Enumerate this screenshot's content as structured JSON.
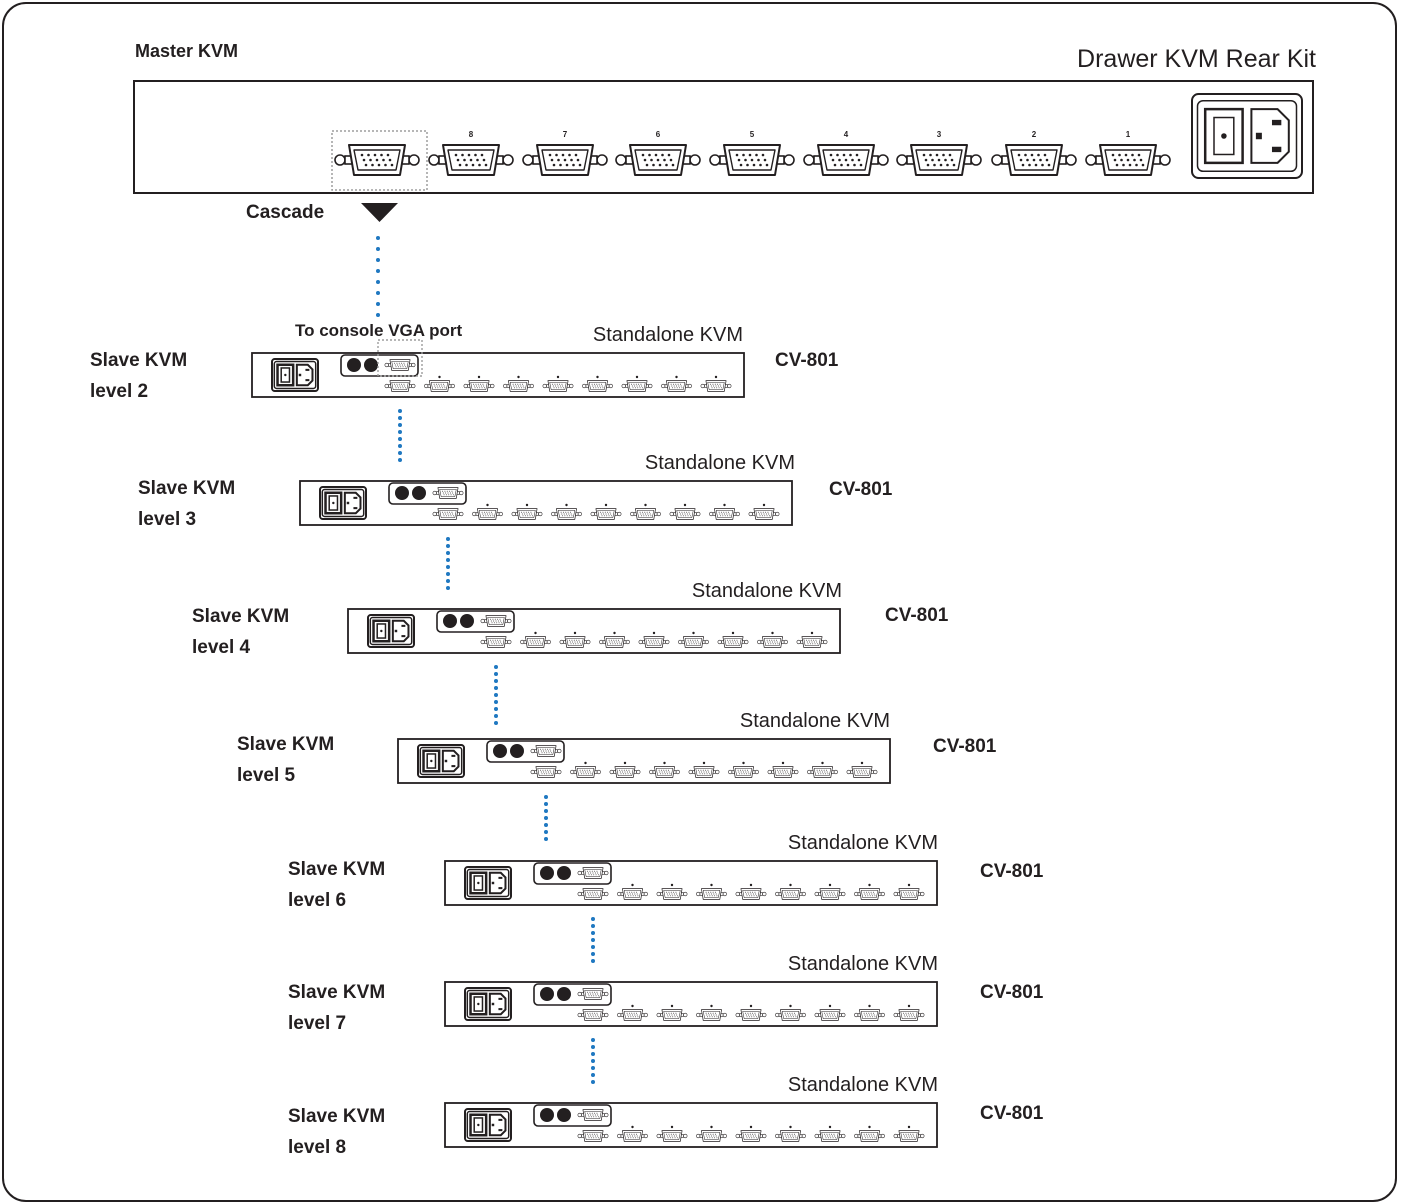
{
  "master": {
    "label": "Master KVM",
    "kit_title": "Drawer KVM Rear Kit",
    "port_numbers": [
      "8",
      "7",
      "6",
      "5",
      "4",
      "3",
      "2",
      "1"
    ],
    "cascade_label": "Cascade"
  },
  "console_label": "To console VGA port",
  "slaves": [
    {
      "name": "Slave KVM",
      "level": "level 2",
      "type": "Standalone KVM",
      "model": "CV-801"
    },
    {
      "name": "Slave KVM",
      "level": "level 3",
      "type": "Standalone KVM",
      "model": "CV-801"
    },
    {
      "name": "Slave KVM",
      "level": "level 4",
      "type": "Standalone KVM",
      "model": "CV-801"
    },
    {
      "name": "Slave KVM",
      "level": "level 5",
      "type": "Standalone KVM",
      "model": "CV-801"
    },
    {
      "name": "Slave KVM",
      "level": "level 6",
      "type": "Standalone KVM",
      "model": "CV-801"
    },
    {
      "name": "Slave KVM",
      "level": "level 7",
      "type": "Standalone KVM",
      "model": "CV-801"
    },
    {
      "name": "Slave KVM",
      "level": "level 8",
      "type": "Standalone KVM",
      "model": "CV-801"
    }
  ],
  "colors": {
    "outline": "#231f20",
    "connector_line": "#1f78c1",
    "highlight_box": "#9d9d9d"
  }
}
